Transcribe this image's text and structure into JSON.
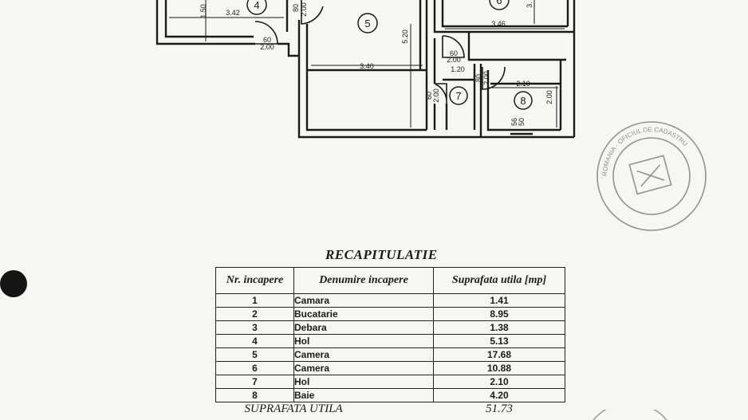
{
  "plan": {
    "rooms": [
      {
        "no": "4"
      },
      {
        "no": "5"
      },
      {
        "no": "6"
      },
      {
        "no": "7"
      },
      {
        "no": "8"
      }
    ],
    "dims": {
      "d150": "1.50",
      "d342": "3.42",
      "d80a": "80",
      "d200a": "2.00",
      "d60a": "60",
      "d200b": "2.00",
      "d520": "5.20",
      "d340": "3.40",
      "d346": "3.46",
      "d3": "3.",
      "d60b": "60",
      "d200c": "2.00",
      "d120": "1.20",
      "d80b": "80",
      "d200d": "2.00",
      "d60c": "60",
      "d200e": "2.00",
      "d210": "2.10",
      "d200f": "2.00",
      "d56": "56",
      "d50": "50"
    }
  },
  "recap": {
    "title": "RECAPITULATIE",
    "headers": {
      "nr": "Nr. incapere",
      "name": "Denumire incapere",
      "area": "Suprafata utila [mp]"
    },
    "rows": [
      {
        "nr": "1",
        "name": "Camara",
        "area": "1.41"
      },
      {
        "nr": "2",
        "name": "Bucatarie",
        "area": "8.95"
      },
      {
        "nr": "3",
        "name": "Debara",
        "area": "1.38"
      },
      {
        "nr": "4",
        "name": "Hol",
        "area": "5.13"
      },
      {
        "nr": "5",
        "name": "Camera",
        "area": "17.68"
      },
      {
        "nr": "6",
        "name": "Camera",
        "area": "10.88"
      },
      {
        "nr": "7",
        "name": "Hol",
        "area": "2.10"
      },
      {
        "nr": "8",
        "name": "Baie",
        "area": "4.20"
      }
    ],
    "total_label": "SUPRAFATA UTILA",
    "total_value": "51.73"
  },
  "stamp": {
    "text": "ROMANIA · OFICIUL DE CADASTRU"
  },
  "colors": {
    "ink": "#1a1a1a",
    "paper": "#f6f6f4",
    "stamp": "#7a7a7a"
  }
}
